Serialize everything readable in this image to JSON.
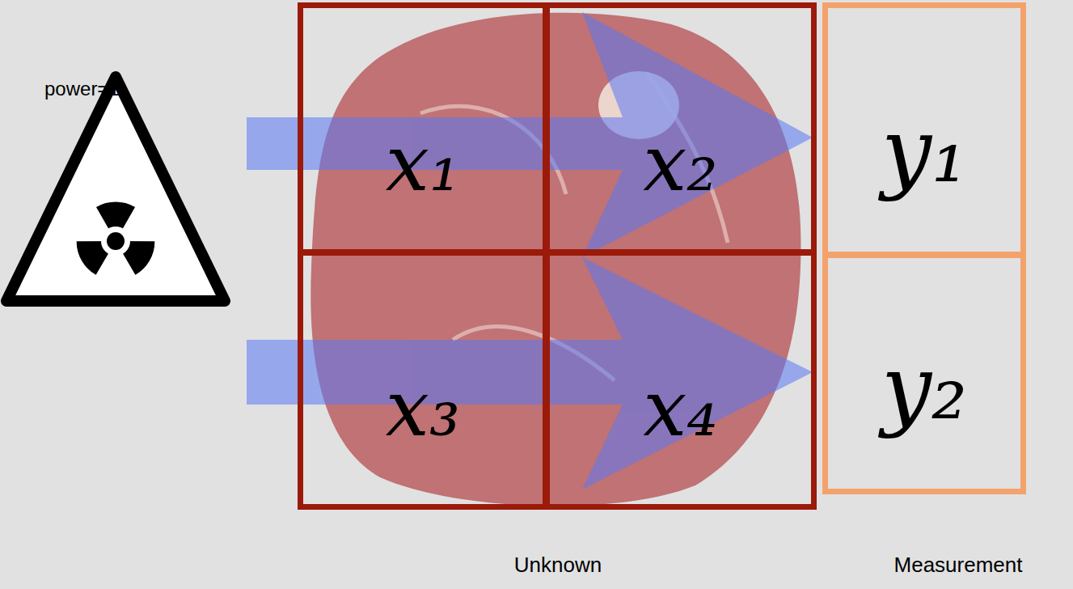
{
  "diagram": {
    "nodes": [
      {
        "text": [
          "x₁"
        ]
      },
      {
        "text": [
          "x₂"
        ]
      },
      {
        "text": [
          "x₃"
        ]
      },
      {
        "text": [
          "x₄"
        ]
      },
      {
        "text": [
          "y₁"
        ]
      },
      {
        "text": [
          "y₂"
        ]
      }
    ],
    "labels": [
      "power=1",
      "Unknown",
      "Measurement"
    ]
  }
}
